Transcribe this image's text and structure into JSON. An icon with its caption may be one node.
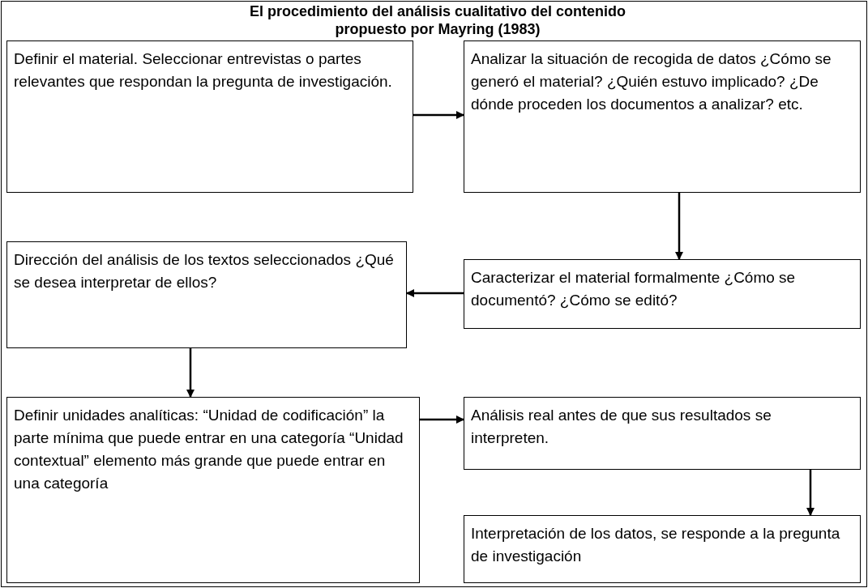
{
  "diagram": {
    "title": "El procedimiento del análisis cualitativo del contenido propuesto por Mayring (1983)",
    "nodes": [
      {
        "text": [
          "Definir el material. Seleccionar entrevistas o partes relevantes que respondan la pregunta de investigación."
        ]
      },
      {
        "text": [
          "Analizar la situación de recogida de datos ¿Cómo se generó el material? ¿Quién estuvo implicado? ¿De dónde proceden los documentos a analizar? etc."
        ]
      },
      {
        "text": [
          "Dirección del análisis de los textos seleccionados ¿Qué se desea interpretar de ellos?"
        ]
      },
      {
        "text": [
          "Caracterizar el material formalmente ¿Cómo se documentó? ¿Cómo se editó?"
        ]
      },
      {
        "text": [
          "Definir unidades analíticas: “Unidad de codificación” la parte mínima que puede entrar en una categoría “Unidad contextual” elemento más grande que puede entrar en una categoría"
        ]
      },
      {
        "text": [
          "Análisis real antes de que sus resultados se interpreten."
        ]
      },
      {
        "text": [
          "Interpretación de los datos, se responde a la pregunta de investigación"
        ]
      }
    ],
    "edges": [
      {
        "from": 0,
        "to": 1,
        "arrow": "to"
      },
      {
        "from": 1,
        "to": 3,
        "arrow": "to"
      },
      {
        "from": 3,
        "to": 2,
        "arrow": "to"
      },
      {
        "from": 2,
        "to": 4,
        "arrow": "to"
      },
      {
        "from": 4,
        "to": 5,
        "arrow": "to"
      },
      {
        "from": 5,
        "to": 6,
        "arrow": "to"
      }
    ]
  }
}
